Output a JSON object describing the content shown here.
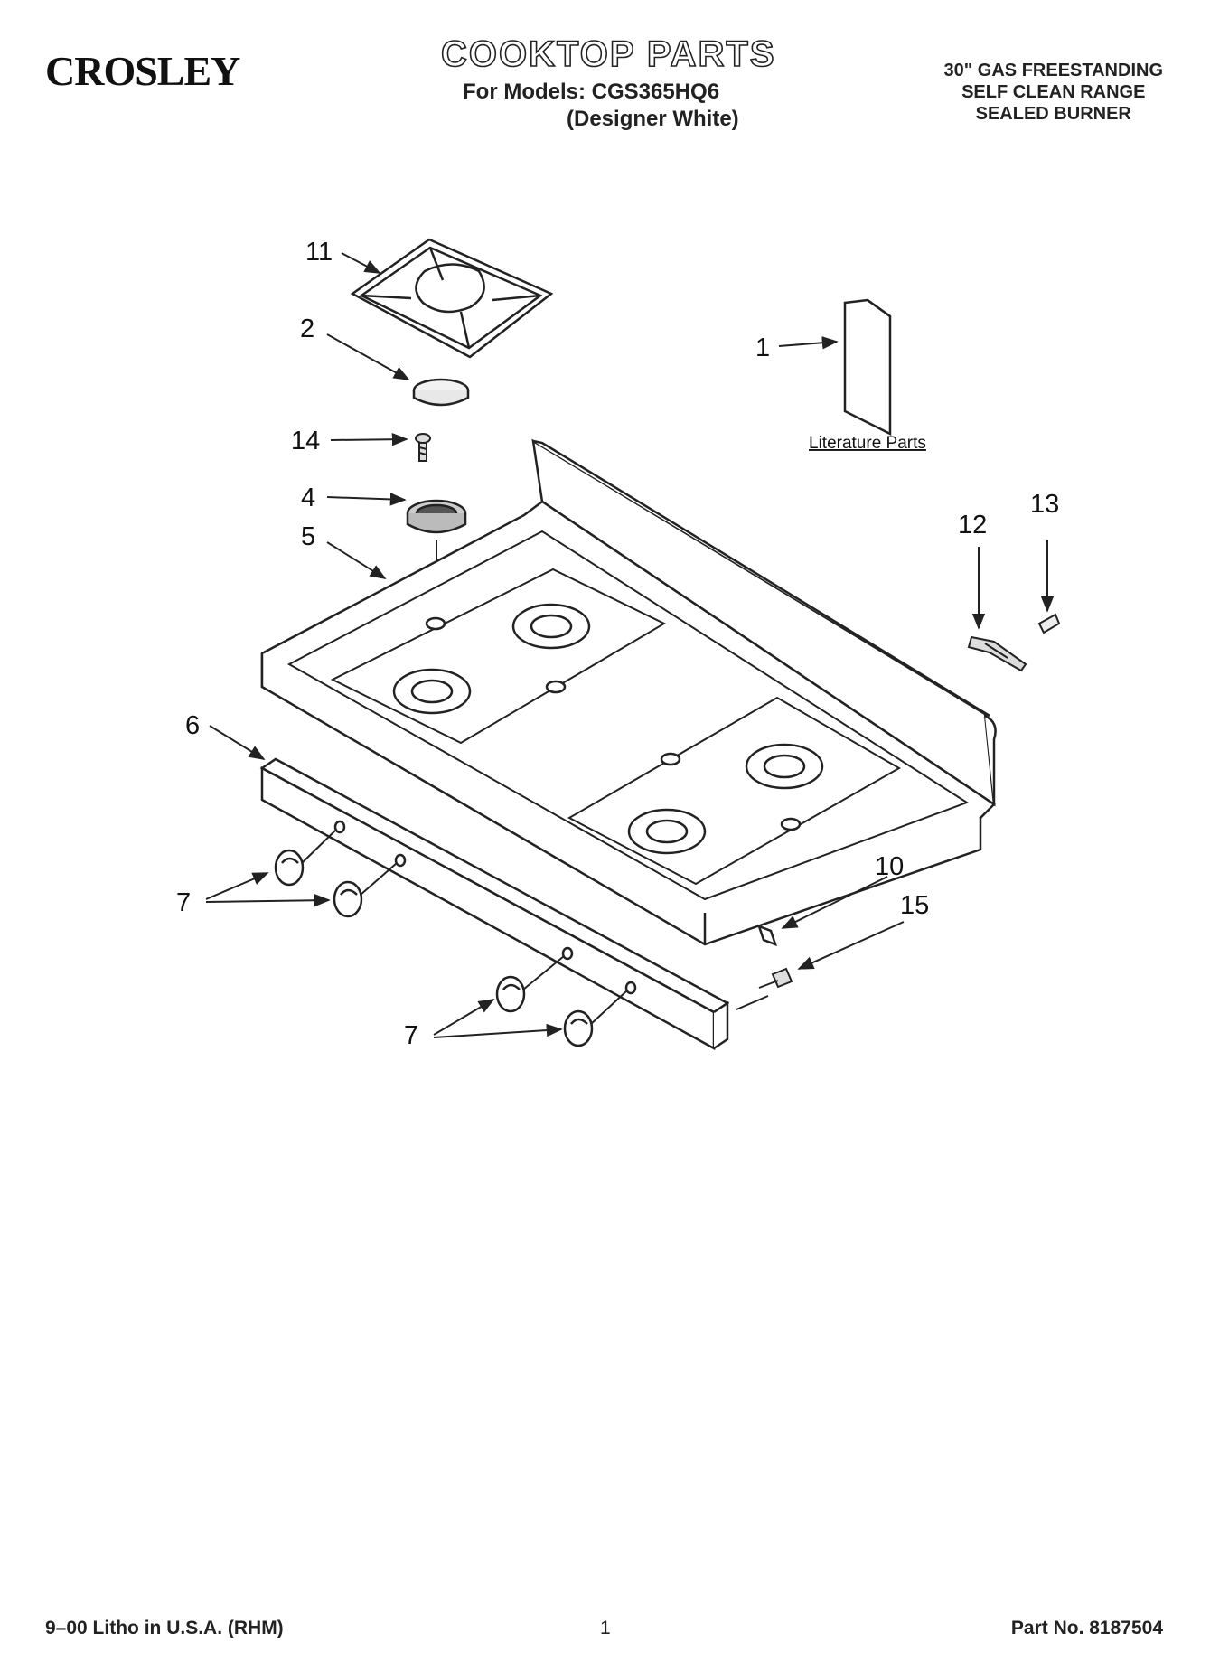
{
  "header": {
    "brand": "CROSLEY",
    "title": "COOKTOP PARTS",
    "models": "For Models: CGS365HQ6",
    "color": "(Designer White)",
    "spec": [
      "30\" GAS FREESTANDING",
      "SELF CLEAN RANGE",
      "SEALED BURNER"
    ]
  },
  "diagram": {
    "callouts": [
      "11",
      "2",
      "14",
      "4",
      "5",
      "6",
      "7",
      "7",
      "1",
      "13",
      "12",
      "10",
      "15"
    ],
    "literature_label": "Literature Parts"
  },
  "footer": {
    "left": "9–00 Litho in U.S.A. (RHM)",
    "page": "1",
    "part_no": "Part No. 8187504"
  },
  "colors": {
    "ink": "#222222",
    "paper": "#ffffff"
  }
}
